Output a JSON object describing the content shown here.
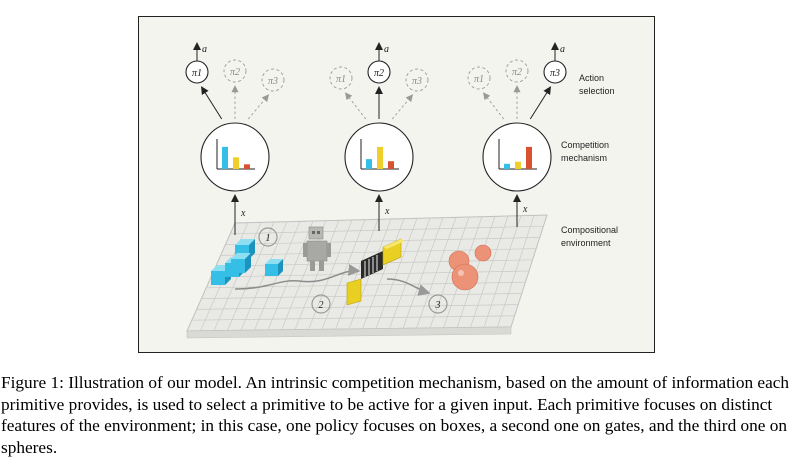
{
  "figure": {
    "labels": {
      "action_selection": [
        "Action",
        "selection"
      ],
      "competition_mechanism": [
        "Competition",
        "mechanism"
      ],
      "compositional_environment": [
        "Compositional",
        "environment"
      ]
    },
    "action_symbol": "a",
    "input_symbol": "x",
    "columns": [
      {
        "policies": [
          "π1",
          "π2",
          "π3"
        ],
        "active": 0,
        "bars": [
          0.85,
          0.45,
          0.18
        ]
      },
      {
        "policies": [
          "π1",
          "π2",
          "π3"
        ],
        "active": 1,
        "bars": [
          0.38,
          0.85,
          0.3
        ]
      },
      {
        "policies": [
          "π1",
          "π2",
          "π3"
        ],
        "active": 2,
        "bars": [
          0.2,
          0.28,
          0.85
        ]
      }
    ],
    "bar_colors": [
      "#35bfe6",
      "#f1cf2b",
      "#d9512e"
    ],
    "path_markers": [
      "1",
      "2",
      "3"
    ]
  },
  "caption": {
    "label": "Figure 1:",
    "text": "Illustration of our model. An intrinsic competition mechanism, based on the amount of information each primitive provides, is used to select a primitive to be active for a given input. Each primitive focuses on distinct features of the environment; in this case, one policy focuses on boxes, a second one on gates, and the third one on spheres."
  }
}
